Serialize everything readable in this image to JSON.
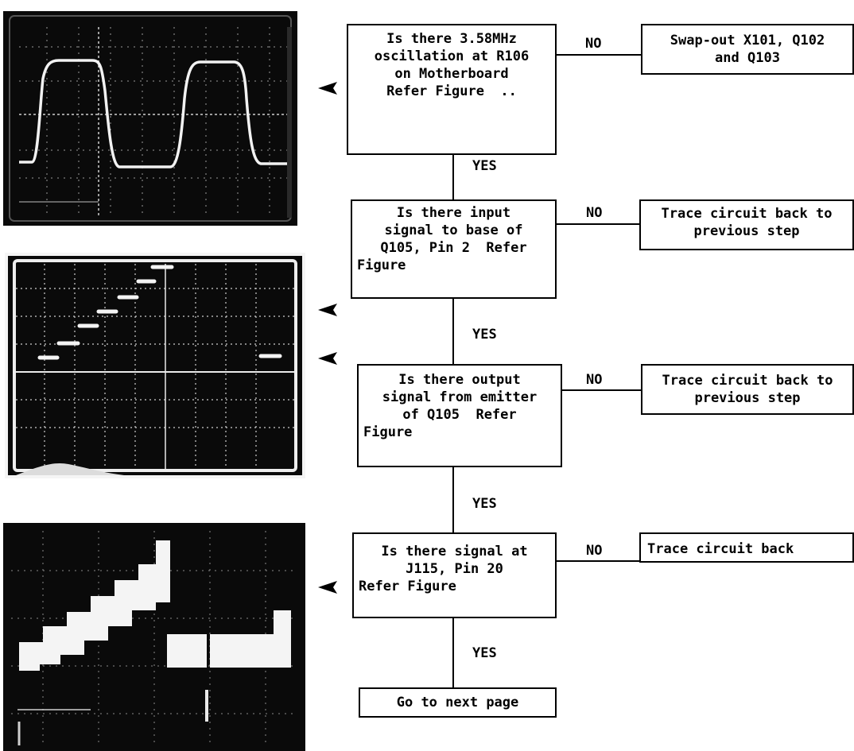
{
  "flow": {
    "steps": [
      {
        "question": [
          "Is there 3.58MHz",
          "oscillation at R106",
          "on Motherboard",
          "Refer Figure  .."
        ],
        "no_label": "NO",
        "action": [
          "Swap-out X101, Q102",
          "and Q103"
        ],
        "yes_label": "YES"
      },
      {
        "question": [
          "Is there input",
          "signal to base of",
          "Q105, Pin 2  Refer",
          "Figure"
        ],
        "no_label": "NO",
        "action": [
          "Trace circuit back to",
          "previous step"
        ],
        "yes_label": "YES"
      },
      {
        "question": [
          "Is there output",
          "signal from emitter",
          "of Q105  Refer",
          "Figure"
        ],
        "no_label": "NO",
        "action": [
          "Trace circuit back to",
          "previous step"
        ],
        "yes_label": "YES"
      },
      {
        "question": [
          "Is there signal at",
          "J115, Pin 20",
          "Refer Figure"
        ],
        "no_label": "NO",
        "action": [
          "Trace circuit back"
        ],
        "yes_label": "YES"
      }
    ],
    "end": "Go to next page"
  },
  "colors": {
    "scope_bg": "#0a0a0a",
    "trace": "#f2f2f2",
    "grid": "#bdbdbd",
    "ink": "#000000"
  },
  "icons": [
    "scope-trace-sine",
    "scope-trace-steps",
    "scope-trace-staircase",
    "pointer-arrow-icon"
  ]
}
